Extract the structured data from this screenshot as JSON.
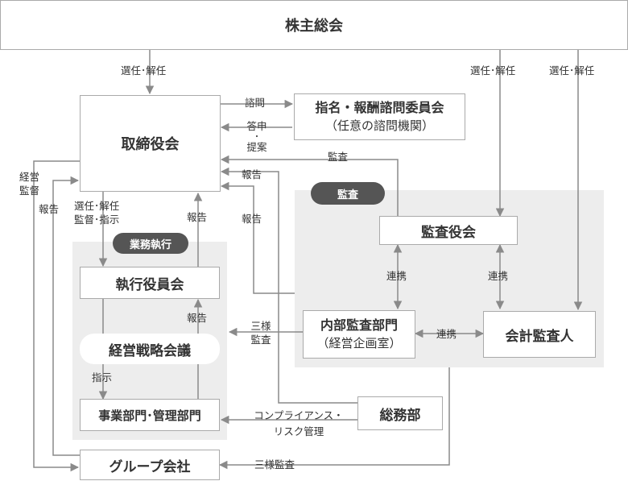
{
  "nodes": {
    "shareholders": "株主総会",
    "board": "取締役会",
    "nomination_line1": "指名・報酬諮問委員会",
    "nomination_line2": "（任意の諮問機関）",
    "audit_board": "監査役会",
    "executive_board": "執行役員会",
    "strategy_meeting": "経営戦略会議",
    "business_divisions": "事業部門･管理部門",
    "internal_audit_line1": "内部監査部門",
    "internal_audit_line2": "（経営企画室）",
    "accounting_auditor": "会計監査人",
    "general_affairs": "総務部",
    "group_companies": "グループ会社"
  },
  "regions": {
    "audit": "監査",
    "business_execution": "業務執行"
  },
  "labels": {
    "elect_dismiss": "選任･解任",
    "consult": "諮問",
    "report_proposal_1": "答申",
    "report_proposal_dot": "･",
    "report_proposal_2": "提案",
    "audit": "監査",
    "report": "報告",
    "management_supervision_1": "経営",
    "management_supervision_2": "監督",
    "elect_supervise_1": "選任･解任",
    "elect_supervise_2": "監督･指示",
    "collaboration": "連携",
    "three_way_audit_1": "三様",
    "three_way_audit_2": "監査",
    "instruction": "指示",
    "compliance_1": "コンプライアンス・",
    "compliance_2": "リスク管理",
    "three_way_audit": "三様監査"
  },
  "colors": {
    "line": "#8a8a8a",
    "box_border": "#aaaaaa",
    "region_fill": "#ededed",
    "pill_dark": "#555555",
    "text": "#333333"
  }
}
